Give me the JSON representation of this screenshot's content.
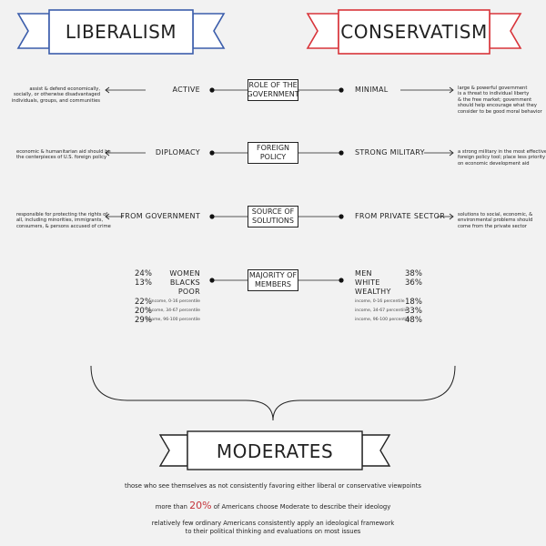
{
  "colors": {
    "liberal": "#3b5dab",
    "conservative": "#d8343a",
    "ink": "#222222"
  },
  "headers": {
    "left": "LIBERALISM",
    "right": "CONSERVATISM"
  },
  "rows": [
    {
      "center": "ROLE OF THE\nGOVERNMENT",
      "left_key": "ACTIVE",
      "right_key": "MINIMAL",
      "left_desc": "assist & defend economically,\nsocially, or otherwise disadvantaged\nindividuals, groups, and communities",
      "right_desc": "large & powerful government\nis a threat to individual liberty\n& the free market; government\nshould help encourage what they\nconsider to be good moral behavior"
    },
    {
      "center": "FOREIGN\nPOLICY",
      "left_key": "DIPLOMACY",
      "right_key": "STRONG MILITARY",
      "left_desc": "economic & humanitarian aid should be\nthe centerpieces of U.S. foreign policy",
      "right_desc": "a strong military in the most effective\nforeign policy tool; place less priority\non economic development aid"
    },
    {
      "center": "SOURCE OF\nSOLUTIONS",
      "left_key": "FROM GOVERNMENT",
      "right_key": "FROM PRIVATE SECTOR",
      "left_desc": "responsible for protecting the rights of\nall, including minorities, immigrants,\nconsumers, & persons accused of crime",
      "right_desc": "solutions to social, economic, &\nenvironmental problems should\ncome from the private sector"
    }
  ],
  "majority": {
    "center": "MAJORITY OF\nMEMBERS",
    "left_groups": [
      {
        "label": "WOMEN",
        "pct": "24%"
      },
      {
        "label": "BLACKS",
        "pct": "13%"
      },
      {
        "label": "POOR",
        "pct": ""
      }
    ],
    "right_groups": [
      {
        "label": "MEN",
        "pct": "38%"
      },
      {
        "label": "WHITE",
        "pct": "36%"
      },
      {
        "label": "WEALTHY",
        "pct": ""
      }
    ],
    "left_income": [
      {
        "label": "income, 0-16 percentile",
        "pct": "22%"
      },
      {
        "label": "income, 34-67 percentile",
        "pct": "20%"
      },
      {
        "label": "income, 96-100 percentile",
        "pct": "29%"
      }
    ],
    "right_income": [
      {
        "label": "income, 0-16 percentile",
        "pct": "18%"
      },
      {
        "label": "income, 34-67 percentile",
        "pct": "33%"
      },
      {
        "label": "income, 96-100 percentile",
        "pct": "48%"
      }
    ]
  },
  "moderates": {
    "title": "MODERATES",
    "line1": "those who see themselves as not consistently favoring either liberal or conservative viewpoints",
    "line2_pre": "more than ",
    "line2_big": "20%",
    "line2_post": " of Americans choose Moderate to describe their ideology",
    "line3": "relatively few ordinary Americans consistently apply an ideological framework",
    "line4": "to their political thinking and evaluations on most issues"
  }
}
